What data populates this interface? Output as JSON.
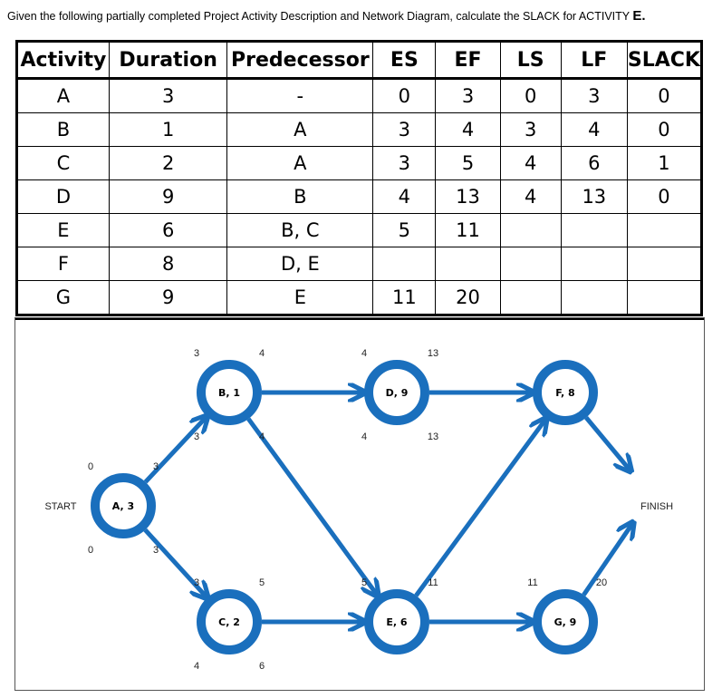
{
  "question": {
    "text": "Given the following partially completed Project Activity Description and Network Diagram, calculate the SLACK for ACTIVITY ",
    "bold": "E."
  },
  "table": {
    "headers": [
      "Activity",
      "Duration",
      "Predecessor",
      "ES",
      "EF",
      "LS",
      "LF",
      "SLACK"
    ],
    "rows": [
      [
        "A",
        "3",
        "-",
        "0",
        "3",
        "0",
        "3",
        "0"
      ],
      [
        "B",
        "1",
        "A",
        "3",
        "4",
        "3",
        "4",
        "0"
      ],
      [
        "C",
        "2",
        "A",
        "3",
        "5",
        "4",
        "6",
        "1"
      ],
      [
        "D",
        "9",
        "B",
        "4",
        "13",
        "4",
        "13",
        "0"
      ],
      [
        "E",
        "6",
        "B, C",
        "5",
        "11",
        "",
        "",
        ""
      ],
      [
        "F",
        "8",
        "D, E",
        "",
        "",
        "",
        "",
        ""
      ],
      [
        "G",
        "9",
        "E",
        "11",
        "20",
        "",
        "",
        ""
      ]
    ]
  },
  "diagram": {
    "accent": "#1a6fbd",
    "start_label": "START",
    "finish_label": "FINISH",
    "nodes": [
      {
        "id": "A",
        "label": "A, 3",
        "tl": "0",
        "tr": "3",
        "bl": "0",
        "br": "3"
      },
      {
        "id": "B",
        "label": "B, 1",
        "tl": "3",
        "tr": "4",
        "bl": "3",
        "br": "4"
      },
      {
        "id": "C",
        "label": "C, 2",
        "tl": "3",
        "tr": "5",
        "bl": "4",
        "br": "6"
      },
      {
        "id": "D",
        "label": "D, 9",
        "tl": "4",
        "tr": "13",
        "bl": "4",
        "br": "13"
      },
      {
        "id": "E",
        "label": "E, 6",
        "tl": "5",
        "tr": "11",
        "bl": "",
        "br": ""
      },
      {
        "id": "F",
        "label": "F, 8",
        "tl": "",
        "tr": "",
        "bl": "",
        "br": ""
      },
      {
        "id": "G",
        "label": "G, 9",
        "tl": "11",
        "tr": "20",
        "bl": "",
        "br": ""
      }
    ]
  }
}
